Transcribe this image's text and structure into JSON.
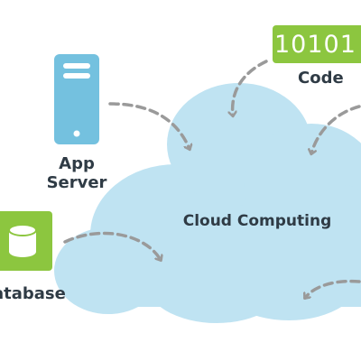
{
  "diagram": {
    "center_label": "Cloud Computing",
    "nodes": [
      {
        "id": "app-server",
        "label_line1": "App",
        "label_line2": "Server",
        "icon": "server-icon"
      },
      {
        "id": "code",
        "label": "Code",
        "badge": "10101",
        "icon": "binary-badge"
      },
      {
        "id": "database",
        "label": "atabase",
        "icon": "database-icon"
      }
    ],
    "colors": {
      "cloud": "#bfe3f2",
      "server": "#74c1df",
      "accent_green": "#8cc63f",
      "arrow": "#9a9a9a",
      "text": "#2f3b45"
    }
  }
}
